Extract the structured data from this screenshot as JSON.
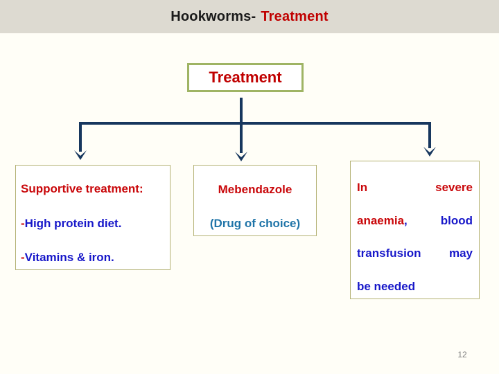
{
  "slide": {
    "header": {
      "title_black": "Hookworms-",
      "title_red": "Treatment"
    },
    "treatment_node": {
      "label": "Treatment"
    },
    "left_box": {
      "heading": "Supportive treatment:",
      "item1_dash": "-",
      "item1_text": "High protein diet.",
      "item2_dash": "-",
      "item2_text": "Vitamins & iron."
    },
    "mid_box": {
      "drug": "Mebendazole",
      "note": "(Drug of choice)"
    },
    "right_box": {
      "word_in": "In",
      "word_severe": "severe",
      "word_anaemia": "anaemia",
      "word_comma": ",",
      "word_blood": "blood",
      "word_transfusion": "transfusion",
      "word_may": "may",
      "word_be_needed": "be needed"
    },
    "page_number": "12",
    "colors": {
      "header_bg": "#DDDAD1",
      "slide_bg": "#FFFEF7",
      "red_text": "#C9070A",
      "blue_text": "#1717C9",
      "teal_text": "#1F74A8",
      "arrow_navy": "#17375E",
      "node_border_green": "#9FB464",
      "box_border_khaki": "#B3B173",
      "page_number_gray": "#7F7F7F"
    }
  }
}
